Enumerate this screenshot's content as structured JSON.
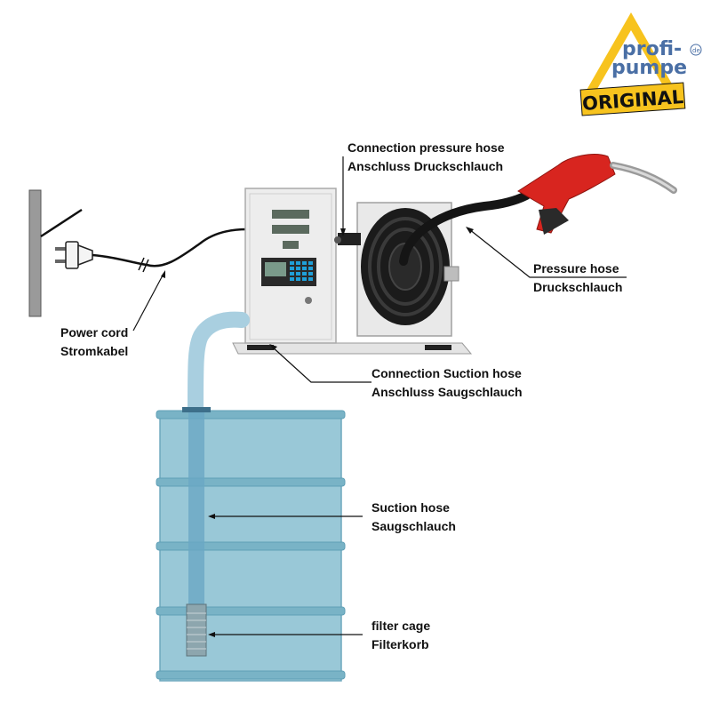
{
  "logo": {
    "line1": "profi-",
    "line2": "pumpe",
    "suffix": "de",
    "badge": "ORIGINAL",
    "colors": {
      "triangle": "#f7c31e",
      "text": "#4a6fa5",
      "badge_bg": "#f7c31e",
      "badge_text": "#111111"
    }
  },
  "labels": {
    "connection_pressure": {
      "en": "Connection pressure hose",
      "de": "Anschluss Druckschlauch"
    },
    "pressure_hose": {
      "en": "Pressure hose",
      "de": "Druckschlauch"
    },
    "power_cord": {
      "en": "Power cord",
      "de": "Stromkabel"
    },
    "connection_suction": {
      "en": "Connection Suction hose",
      "de": "Anschluss Saugschlauch"
    },
    "suction_hose": {
      "en": "Suction hose",
      "de": "Saugschlauch"
    },
    "filter_cage": {
      "en": "filter cage",
      "de": "Filterkorb"
    }
  },
  "colors": {
    "barrel": "#8ec3d3",
    "barrel_rib": "#5e9fb6",
    "suction_hose": "#a9cfe0",
    "nozzle": "#d8251f",
    "hose": "#151515",
    "cabinet": "#ececec",
    "keypad": "#1f9fd8",
    "wall": "#9a9a9a"
  },
  "icons": [
    "wall-socket-icon",
    "power-plug-icon",
    "fuel-nozzle-icon",
    "hose-reel-icon",
    "fuel-dispenser-icon",
    "barrel-icon",
    "filter-cage-icon"
  ]
}
